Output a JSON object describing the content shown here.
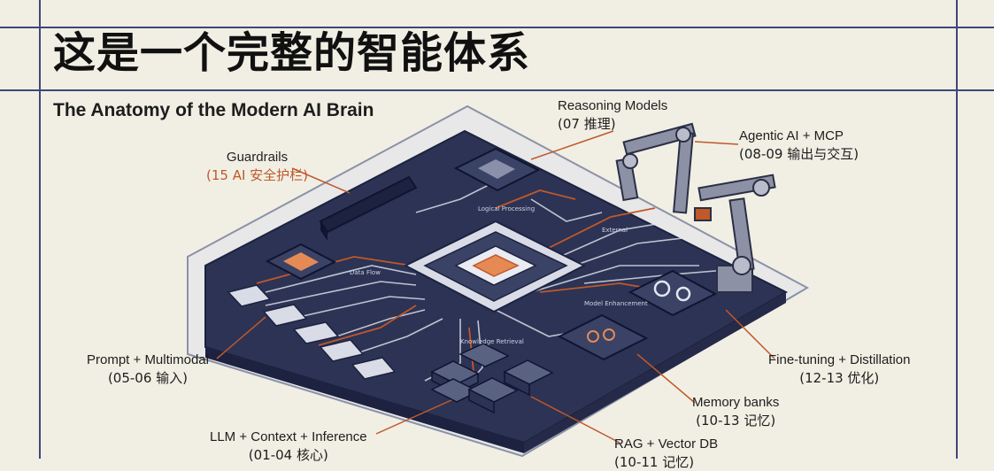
{
  "title": "这是一个完整的智能体系",
  "subtitle": "The Anatomy of the Modern AI Brain",
  "callouts": {
    "reasoning": {
      "en": "Reasoning Models",
      "zh": "(07 推理)"
    },
    "agentic": {
      "en": "Agentic AI + MCP",
      "zh": "(08-09 输出与交互)"
    },
    "guardrails": {
      "en": "Guardrails",
      "zh": "(15 AI 安全护栏)"
    },
    "prompt": {
      "en": "Prompt + Multimodal",
      "zh": "(05-06 输入)"
    },
    "finetune": {
      "en": "Fine-tuning + Distillation",
      "zh": "(12-13 优化)"
    },
    "memory": {
      "en": "Memory banks",
      "zh": "(10-13 记忆)"
    },
    "llm": {
      "en": "LLM + Context + Inference",
      "zh": "(01-04 核心)"
    },
    "rag": {
      "en": "RAG + Vector DB",
      "zh": "(10-11 记忆)"
    }
  },
  "board_labels": {
    "logical_processing": "Logical Processing",
    "data_flow": "Data Flow",
    "external": "External",
    "knowledge_retrieval": "Knowledge Retrieval",
    "model_enhancement": "Model Enhancement"
  },
  "colors": {
    "accent": "#c0582a",
    "board": "#2c3354",
    "trace": "#e4e7f1",
    "line": "#3f4678",
    "background": "#f1efe4"
  }
}
